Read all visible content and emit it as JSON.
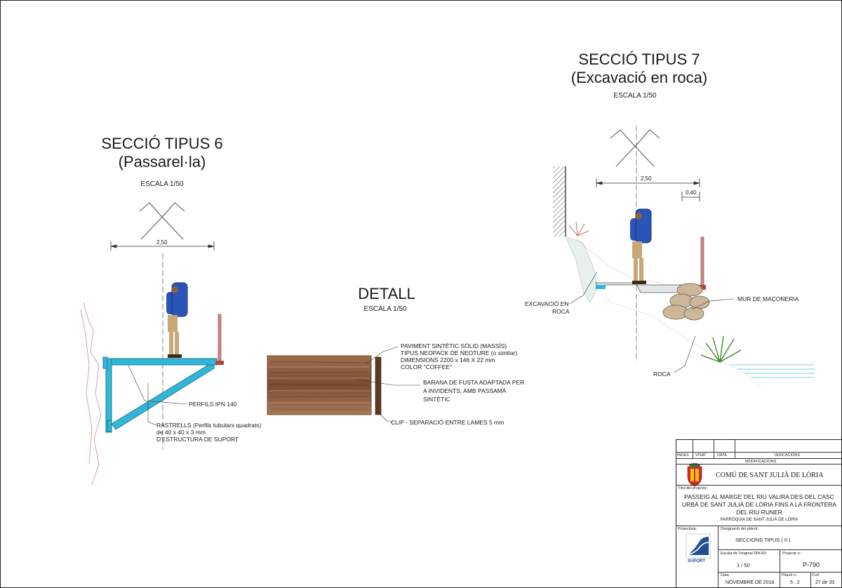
{
  "section6": {
    "title": "SECCIÓ TIPUS 6",
    "subtitle": "(Passarel·la)",
    "scale": "ESCALA 1/50",
    "dim_width": "2,50",
    "note_profiles": "PERFILS IPN 140",
    "note_rastrells_1": "RASTRELLS (Perfils tubulars quadrats)",
    "note_rastrells_2": "de 40 x 40 x 3 mm",
    "note_rastrells_3": "D'ESTRUCTURA DE SUPORT"
  },
  "detail": {
    "title": "DETALL",
    "scale": "ESCALA 1/50",
    "note_paviment_1": "PAVIMENT SINTÈTIC SÒLID (MASSÍS)",
    "note_paviment_2": "TIPUS NEOPACK DE NEOTURE (o similar)",
    "note_paviment_3": "DIMENSIONS 2200 x 146 X 22 mm",
    "note_paviment_4": "COLOR \"COFFEE\"",
    "note_barana_1": "BARANA DE FUSTA ADAPTADA PER",
    "note_barana_2": "A INVIDENTS, AMB PASSAMÀ",
    "note_barana_3": "SINTÈTIC",
    "note_clip": "CLIP - SEPARACIÓ ENTRE LAMES 5 mm"
  },
  "section7": {
    "title": "SECCIÓ TIPUS 7",
    "subtitle": "(Excavació en roca)",
    "scale": "ESCALA 1/50",
    "dim_width": "2,50",
    "dim_small": "0,40",
    "note_excavacio_1": "EXCAVACIÓ EN",
    "note_excavacio_2": "ROCA",
    "note_mur": "MUR DE MAÇONERIA",
    "note_roca": "ROCA"
  },
  "titleblock": {
    "col_index": "INDEX",
    "col_visat": "VISAT",
    "col_data": "DATA",
    "col_indicacions": "INDICACIONS",
    "modificacions": "MODIFICACIONS",
    "owner": "COMÚ DE SANT JULIÀ DE LÒRIA",
    "project_label": "Títol del projecte:",
    "project_1": "PASSEIG AL MARGE DEL RIU VALIRA DES DEL CASC",
    "project_2": "URBÀ DE SANT JULIÀ DE LÒRIA FINS A LA FRONTERA",
    "project_3": "DEL RIU RUNER",
    "parish": "PARRÒQUIA DE SANT JULIÀ DE LÒRIA",
    "projectista_label": "Projectista:",
    "designacio_label": "Designació del plànol:",
    "designacio": "SECCIONS TIPUS ( II )",
    "logo_text": "SUPORT",
    "escala_label": "Escala de l'original DIN A3:",
    "escala": "1 / 50",
    "projecte_label": "Projecte n.:",
    "projecte": "P-790",
    "data_label": "Data:",
    "data": "NOVEMBRE DE 2018",
    "planol_label": "Planol n.:",
    "planol": "5 . 2",
    "full_label": "Full:",
    "full": "27 de 33"
  },
  "colors": {
    "steel": "#33b5d6",
    "wood": "#8a5a3c",
    "backpack": "#2a55b8",
    "water": "#7fd0e8",
    "rail": "#b5473a"
  }
}
